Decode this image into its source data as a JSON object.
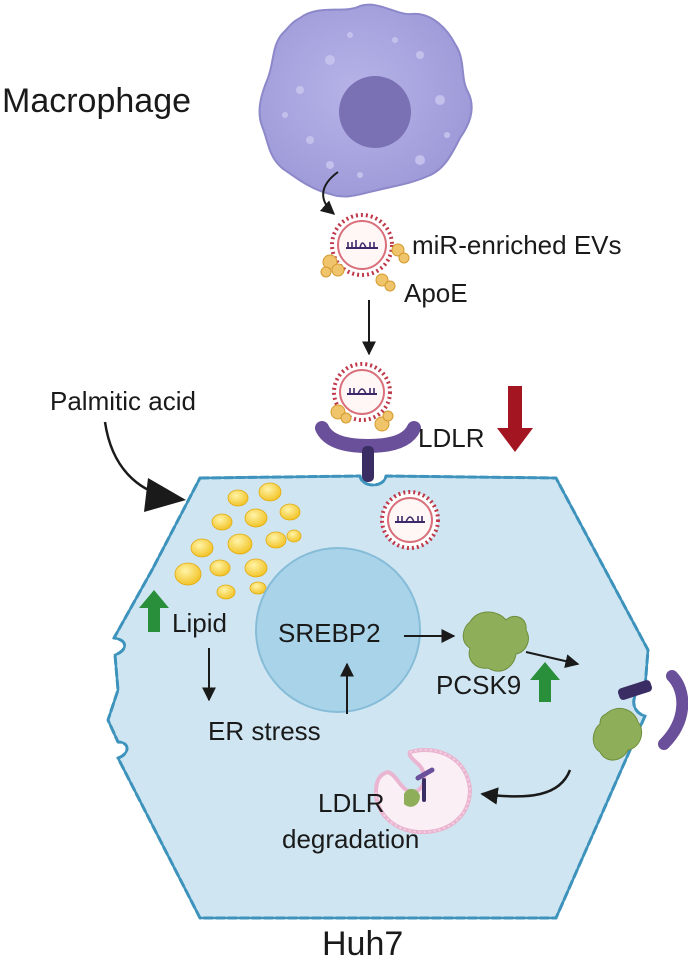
{
  "labels": {
    "macrophage": "Macrophage",
    "evs": "miR-enriched EVs",
    "apoe": "ApoE",
    "palmitic_acid": "Palmitic acid",
    "ldlr": "LDLR",
    "lipid": "Lipid",
    "er_stress": "ER stress",
    "srebp2": "SREBP2",
    "pcsk9": "PCSK9",
    "ldlr_degradation_line1": "LDLR",
    "ldlr_degradation_line2": "degradation",
    "cell_name": "Huh7"
  },
  "colors": {
    "macrophage_body": "#a6a3de",
    "macrophage_nucleus": "#7a71b5",
    "cell_fill": "#cfe6f2",
    "cell_border": "#3d93bc",
    "nucleus_fill": "#a9d3e8",
    "up_arrow": "#2a8f3b",
    "down_arrow": "#a31621",
    "receptor": "#6a4f9a",
    "pcsk9": "#8fae5a",
    "vesicle": "#c0394a",
    "lipid": "#f2c428"
  }
}
